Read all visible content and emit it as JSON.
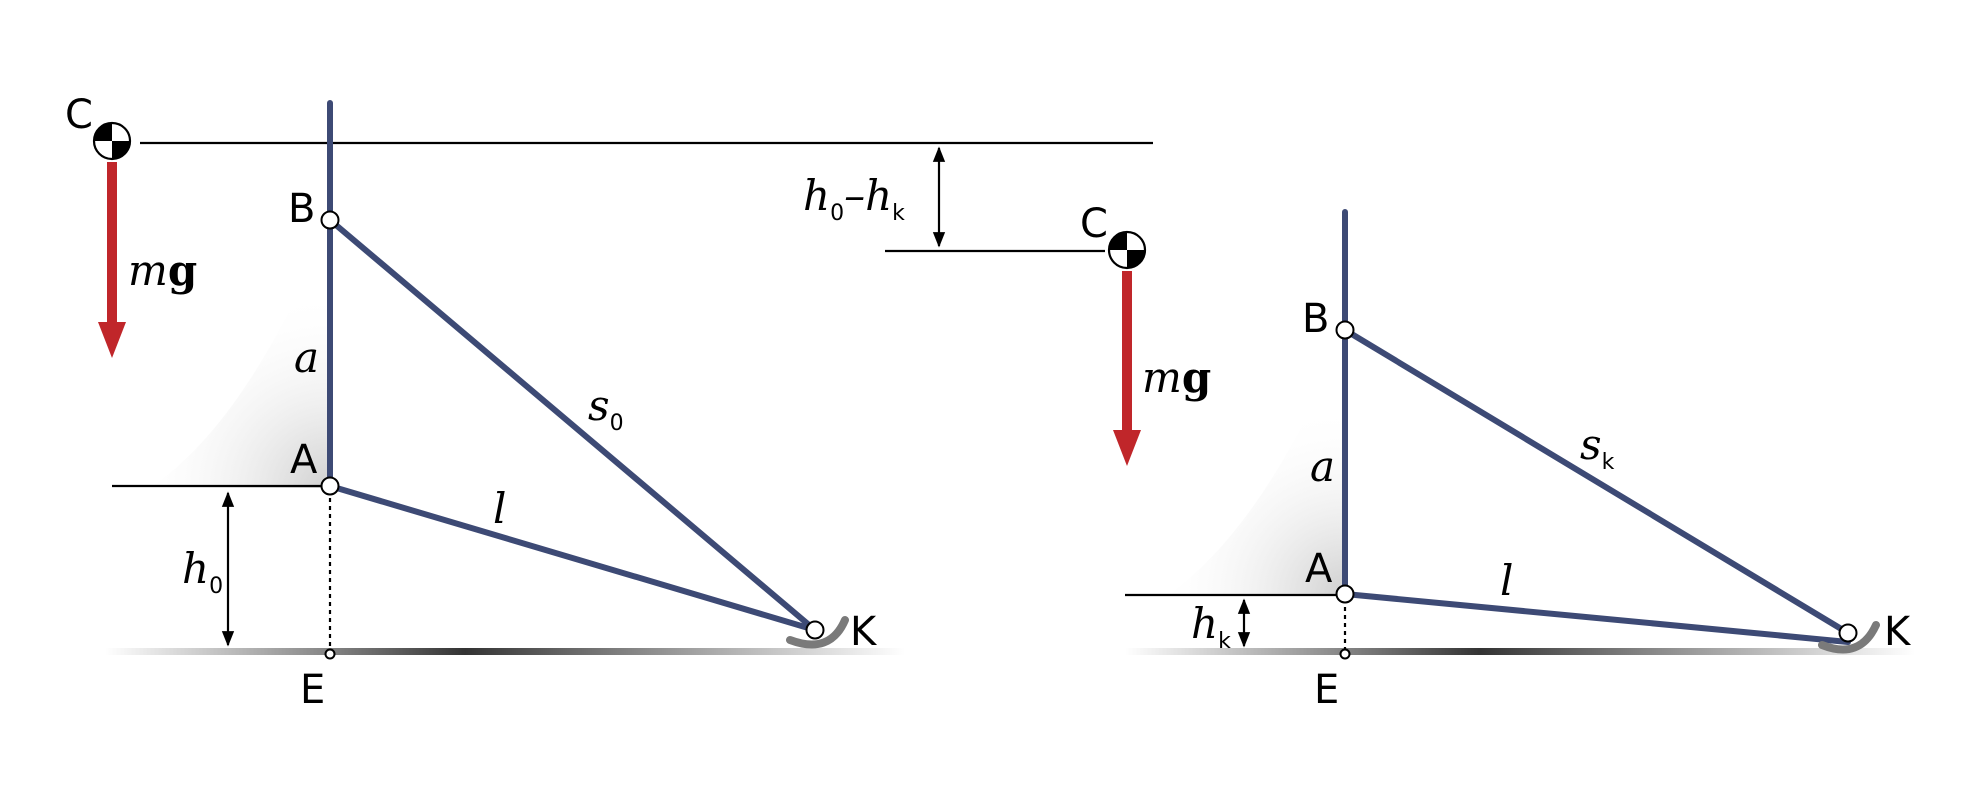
{
  "colors": {
    "bar": "#3d4a75",
    "force": "#c0262a",
    "ground": "#444444",
    "support": "#7a7a7a"
  },
  "labels": {
    "point_C": "C",
    "point_B": "B",
    "point_A": "A",
    "point_E": "E",
    "point_K": "K",
    "force_m": "m",
    "force_g": "g",
    "var_a": "a",
    "var_l": "l",
    "var_s": "s",
    "var_h": "h",
    "sub_0": "0",
    "sub_k": "k",
    "minus": "–"
  }
}
